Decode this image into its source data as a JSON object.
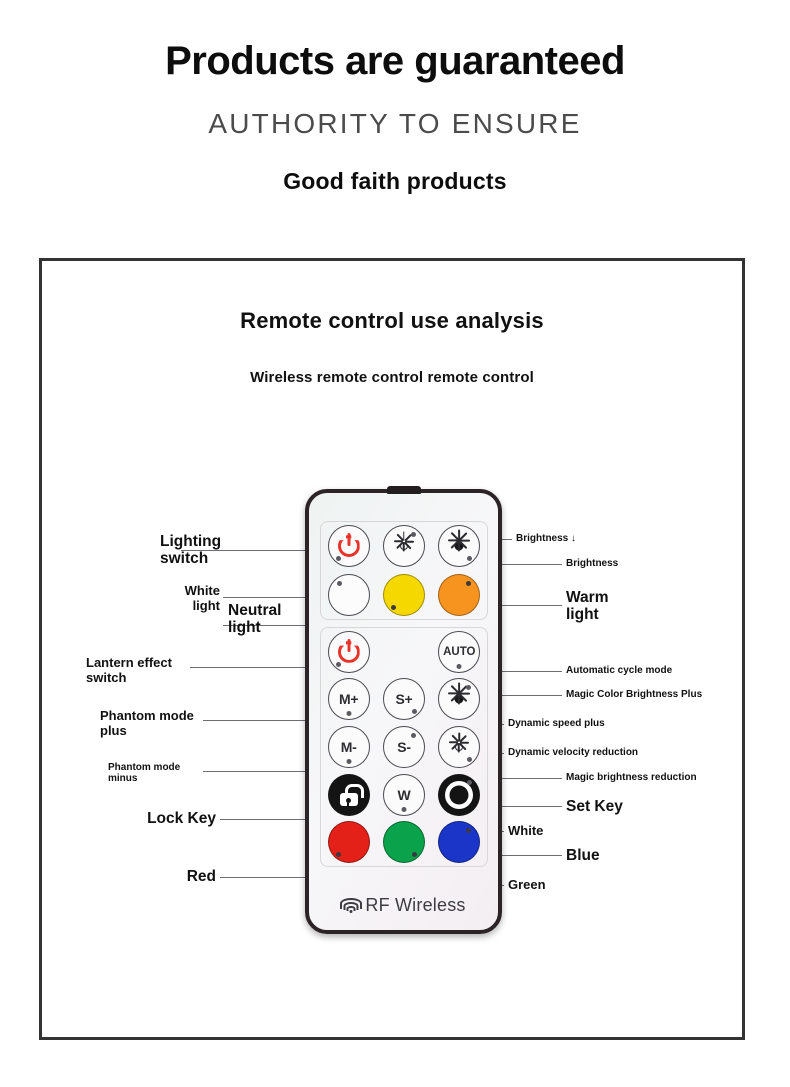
{
  "headings": {
    "title": "Products are guaranteed",
    "subtitle": "AUTHORITY TO ENSURE",
    "tagline": "Good faith products"
  },
  "panel": {
    "title": "Remote control use analysis",
    "subtitle": "Wireless remote control remote control"
  },
  "remote": {
    "footer_text": "RF Wireless",
    "footer_icon": "wifi-icon",
    "sections": [
      {
        "name": "top-section",
        "buttons": [
          {
            "id": "power-main",
            "glyph": "power-icon",
            "label": "",
            "color": "#ffffff"
          },
          {
            "id": "brightness-down",
            "glyph": "sun-small-icon",
            "label": "",
            "color": "#ffffff"
          },
          {
            "id": "brightness-up",
            "glyph": "sun-filled-icon",
            "label": "",
            "color": "#ffffff"
          },
          {
            "id": "white-light",
            "glyph": "",
            "label": "",
            "color": "#ffffff"
          },
          {
            "id": "neutral-light",
            "glyph": "",
            "label": "",
            "color": "#f5d800"
          },
          {
            "id": "warm-light",
            "glyph": "",
            "label": "",
            "color": "#f79420"
          }
        ]
      },
      {
        "name": "middle-section",
        "buttons": [
          {
            "id": "lantern-power",
            "glyph": "power-icon",
            "label": "",
            "color": "#ffffff"
          },
          {
            "id": "spacer-1",
            "glyph": "",
            "label": "",
            "color": ""
          },
          {
            "id": "auto",
            "glyph": "",
            "label": "AUTO",
            "color": "#ffffff"
          },
          {
            "id": "mode-plus",
            "glyph": "",
            "label": "M+",
            "color": "#ffffff"
          },
          {
            "id": "speed-plus",
            "glyph": "",
            "label": "S+",
            "color": "#ffffff"
          },
          {
            "id": "magic-bright-up",
            "glyph": "sun-filled-icon",
            "label": "",
            "color": "#ffffff"
          },
          {
            "id": "mode-minus",
            "glyph": "",
            "label": "M-",
            "color": "#ffffff"
          },
          {
            "id": "speed-minus",
            "glyph": "",
            "label": "S-",
            "color": "#ffffff"
          },
          {
            "id": "magic-bright-dn",
            "glyph": "sun-small-icon",
            "label": "",
            "color": "#ffffff"
          },
          {
            "id": "lock",
            "glyph": "lock-open-icon",
            "label": "",
            "color": "#141414"
          },
          {
            "id": "white",
            "glyph": "",
            "label": "W",
            "color": "#ffffff"
          },
          {
            "id": "set",
            "glyph": "gear-icon",
            "label": "",
            "color": "#141414"
          },
          {
            "id": "red",
            "glyph": "",
            "label": "",
            "color": "#e32119"
          },
          {
            "id": "green",
            "glyph": "",
            "label": "",
            "color": "#0aa24a"
          },
          {
            "id": "blue",
            "glyph": "",
            "label": "",
            "color": "#1b35c8"
          }
        ]
      }
    ]
  },
  "callouts_left": [
    {
      "id": "lighting-switch",
      "text": "Lighting\nswitch",
      "size": "lg"
    },
    {
      "id": "white-light",
      "text": "White\nlight",
      "size": "md"
    },
    {
      "id": "neutral-light",
      "text": "Neutral\nlight",
      "size": "lg"
    },
    {
      "id": "lantern-effect",
      "text": "Lantern effect\nswitch",
      "size": "md"
    },
    {
      "id": "phantom-mode-plus",
      "text": "Phantom mode\nplus",
      "size": "md"
    },
    {
      "id": "phantom-mode-minus",
      "text": "Phantom mode\nminus",
      "size": "sm"
    },
    {
      "id": "lock-key",
      "text": "Lock Key",
      "size": "lg"
    },
    {
      "id": "red",
      "text": "Red",
      "size": "lg"
    }
  ],
  "callouts_right": [
    {
      "id": "brightness-down",
      "text": "Brightness ↓",
      "size": "sm"
    },
    {
      "id": "brightness-up",
      "text": "Brightness",
      "size": "sm"
    },
    {
      "id": "warm-light",
      "text": "Warm\nlight",
      "size": "lg"
    },
    {
      "id": "automatic-cycle-mode",
      "text": "Automatic cycle mode",
      "size": "sm"
    },
    {
      "id": "magic-color-bright-up",
      "text": "Magic Color Brightness Plus",
      "size": "sm"
    },
    {
      "id": "dynamic-speed-plus",
      "text": "Dynamic speed plus",
      "size": "sm"
    },
    {
      "id": "dynamic-velocity-down",
      "text": "Dynamic velocity reduction",
      "size": "sm"
    },
    {
      "id": "magic-bright-down",
      "text": "Magic brightness reduction",
      "size": "sm"
    },
    {
      "id": "set-key",
      "text": "Set Key",
      "size": "lg"
    },
    {
      "id": "white",
      "text": "White",
      "size": "md"
    },
    {
      "id": "blue",
      "text": "Blue",
      "size": "lg"
    },
    {
      "id": "green",
      "text": "Green",
      "size": "md"
    }
  ],
  "colors": {
    "frame": "#333333",
    "heading": "#0d0d0d",
    "subheading": "#4b4b4b",
    "wire": "#6d6d74",
    "power": "#e8332a"
  }
}
